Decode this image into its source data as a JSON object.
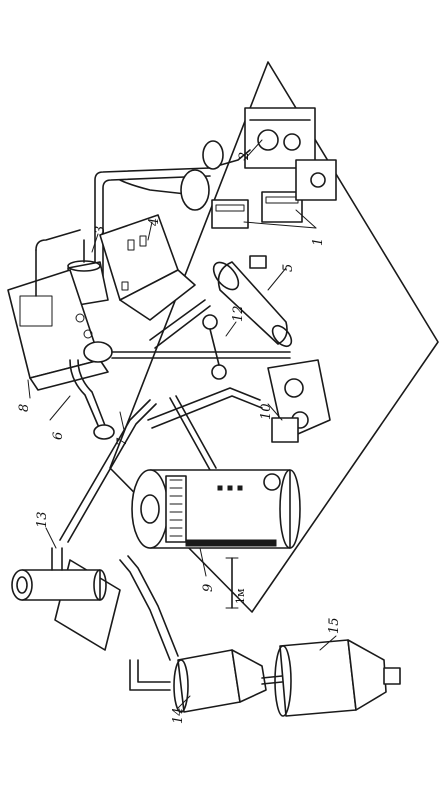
{
  "diagram": {
    "callouts": [
      {
        "id": "1",
        "text": "1"
      },
      {
        "id": "2",
        "text": "2"
      },
      {
        "id": "3",
        "text": "3"
      },
      {
        "id": "4",
        "text": "4"
      },
      {
        "id": "5",
        "text": "5"
      },
      {
        "id": "6",
        "text": "6"
      },
      {
        "id": "7",
        "text": "7"
      },
      {
        "id": "8",
        "text": "8"
      },
      {
        "id": "9",
        "text": "9"
      },
      {
        "id": "10",
        "text": "10"
      },
      {
        "id": "12",
        "text": "12"
      },
      {
        "id": "13",
        "text": "13"
      },
      {
        "id": "14",
        "text": "14"
      },
      {
        "id": "15",
        "text": "15"
      }
    ],
    "scale_label": "1м"
  }
}
